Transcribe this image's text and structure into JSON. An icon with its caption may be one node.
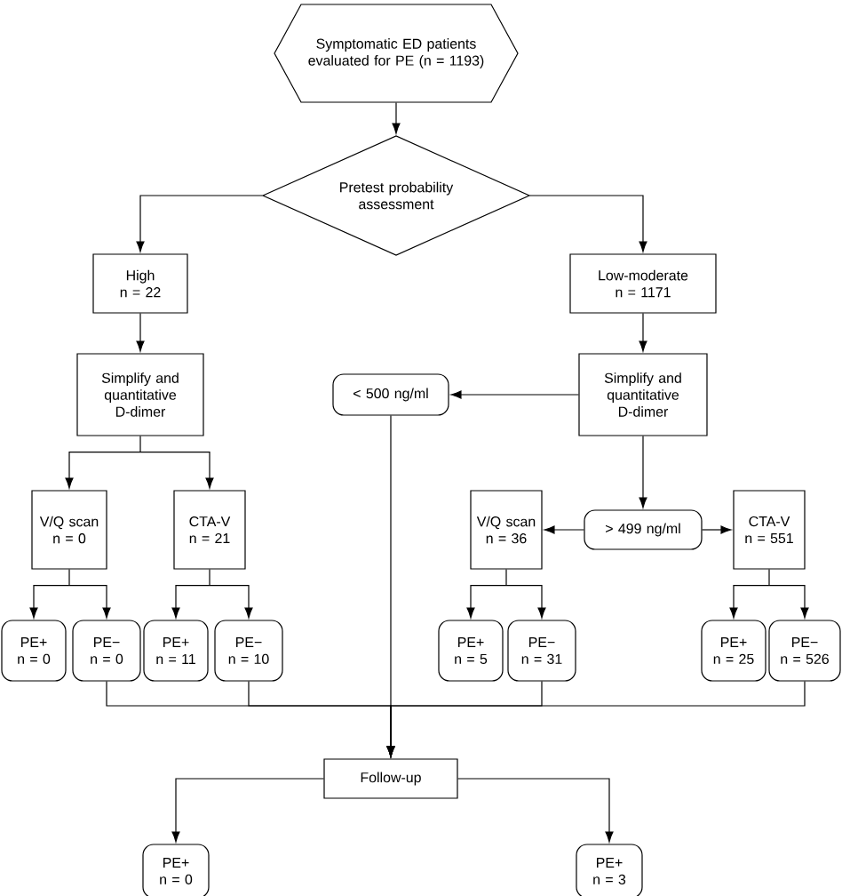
{
  "diagram": {
    "nodes": [
      {
        "text": [
          "Symptomatic ED patients evaluated for PE (n = 1193)"
        ]
      },
      {
        "text": [
          "Pretest probability assessment"
        ]
      },
      {
        "text": [
          "High",
          "n = 22"
        ]
      },
      {
        "text": [
          "Low-moderate",
          "n = 1171"
        ]
      },
      {
        "text": [
          "Simplify and quantitative D-dimer"
        ]
      },
      {
        "text": [
          "< 500 ng/ml"
        ]
      },
      {
        "text": [
          "Simplify and quantitative D-dimer"
        ]
      },
      {
        "text": [
          "V/Q scan",
          "n = 0"
        ]
      },
      {
        "text": [
          "CTA-V",
          "n = 21"
        ]
      },
      {
        "text": [
          "V/Q scan",
          "n = 36"
        ]
      },
      {
        "text": [
          "> 499 ng/ml"
        ]
      },
      {
        "text": [
          "CTA-V",
          "n = 551"
        ]
      },
      {
        "text": [
          "PE+",
          "n = 0"
        ]
      },
      {
        "text": [
          "PE−",
          "n = 0"
        ]
      },
      {
        "text": [
          "PE+",
          "n = 11"
        ]
      },
      {
        "text": [
          "PE−",
          "n = 10"
        ]
      },
      {
        "text": [
          "PE+",
          "n = 5"
        ]
      },
      {
        "text": [
          "PE−",
          "n = 31"
        ]
      },
      {
        "text": [
          "PE+",
          "n = 25"
        ]
      },
      {
        "text": [
          "PE−",
          "n = 526"
        ]
      },
      {
        "text": [
          "Follow-up"
        ]
      },
      {
        "text": [
          "PE+",
          "n = 0"
        ]
      },
      {
        "text": [
          "PE+",
          "n = 3"
        ]
      }
    ],
    "edges": [
      {
        "from": 0,
        "to": 1,
        "arrow": "to"
      },
      {
        "from": 1,
        "to": 2,
        "arrow": "to"
      },
      {
        "from": 1,
        "to": 3,
        "arrow": "to"
      },
      {
        "from": 2,
        "to": 4,
        "arrow": "to"
      },
      {
        "from": 3,
        "to": 6,
        "arrow": "to"
      },
      {
        "from": 6,
        "to": 5,
        "arrow": "to"
      },
      {
        "from": 4,
        "to": 7,
        "arrow": "to"
      },
      {
        "from": 4,
        "to": 8,
        "arrow": "to"
      },
      {
        "from": 6,
        "to": 10,
        "arrow": "to"
      },
      {
        "from": 10,
        "to": 9,
        "arrow": "to"
      },
      {
        "from": 10,
        "to": 11,
        "arrow": "to"
      },
      {
        "from": 7,
        "to": 12,
        "arrow": "to"
      },
      {
        "from": 7,
        "to": 13,
        "arrow": "to"
      },
      {
        "from": 8,
        "to": 14,
        "arrow": "to"
      },
      {
        "from": 8,
        "to": 15,
        "arrow": "to"
      },
      {
        "from": 9,
        "to": 16,
        "arrow": "to"
      },
      {
        "from": 9,
        "to": 17,
        "arrow": "to"
      },
      {
        "from": 11,
        "to": 18,
        "arrow": "to"
      },
      {
        "from": 11,
        "to": 19,
        "arrow": "to"
      },
      {
        "from": 5,
        "to": 20,
        "arrow": "to"
      },
      {
        "from": 13,
        "to": 20,
        "arrow": "to"
      },
      {
        "from": 15,
        "to": 20,
        "arrow": "to"
      },
      {
        "from": 17,
        "to": 20,
        "arrow": "to"
      },
      {
        "from": 19,
        "to": 20,
        "arrow": "to"
      },
      {
        "from": 20,
        "to": 21,
        "arrow": "to"
      },
      {
        "from": 20,
        "to": 22,
        "arrow": "to"
      }
    ]
  }
}
